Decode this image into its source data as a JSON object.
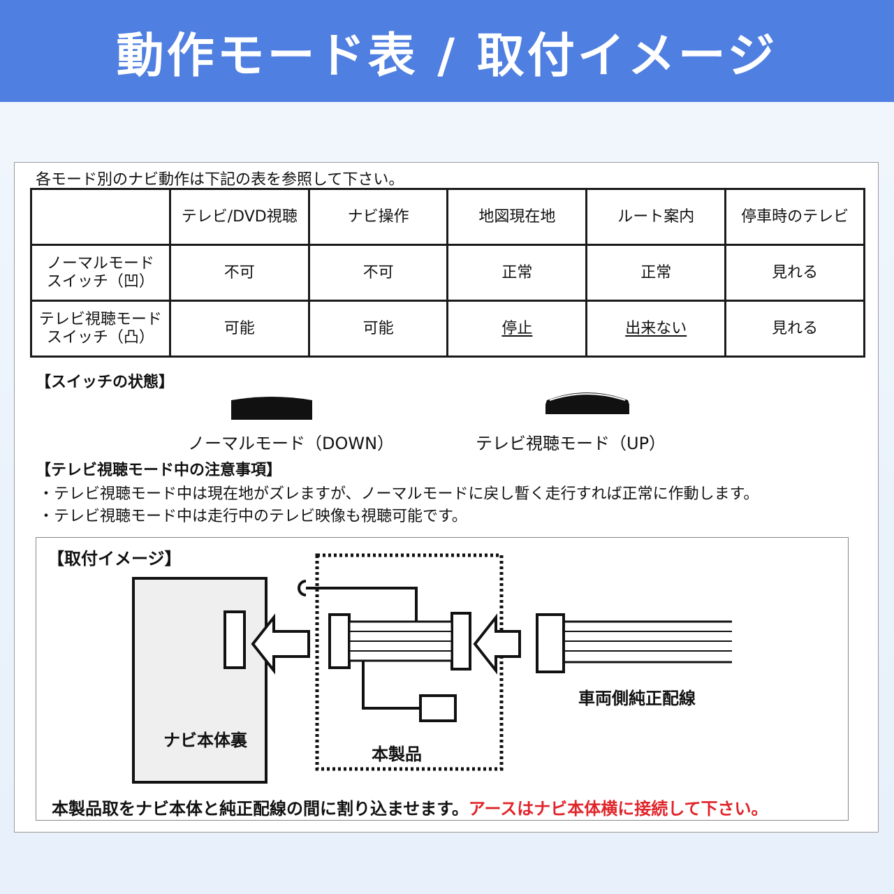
{
  "title": "動作モード表 / 取付イメージ",
  "intro": "各モード別のナビ動作は下記の表を参照して下さい。",
  "table": {
    "headers": [
      "",
      "テレビ/DVD視聴",
      "ナビ操作",
      "地図現在地",
      "ルート案内",
      "停車時のテレビ"
    ],
    "rows": [
      {
        "label_line1": "ノーマルモード",
        "label_line2": "スイッチ（凹）",
        "cells": [
          "不可",
          "不可",
          "正常",
          "正常",
          "見れる"
        ]
      },
      {
        "label_line1": "テレビ視聴モード",
        "label_line2": "スイッチ（凸）",
        "cells": [
          "可能",
          "可能",
          "停止",
          "出来ない",
          "見れる"
        ]
      }
    ]
  },
  "switch_section": {
    "heading": "【スイッチの状態】",
    "normal_caption": "ノーマルモード（DOWN）",
    "tv_caption": "テレビ視聴モード（UP）"
  },
  "notes": {
    "heading": "【テレビ視聴モード中の注意事項】",
    "items": [
      "・テレビ視聴モード中は現在地がズレますが、ノーマルモードに戻し暫く走行すれば正常に作動します。",
      "・テレビ視聴モード中は走行中のテレビ映像も視聴可能です。"
    ]
  },
  "install": {
    "heading": "【取付イメージ】",
    "navi_label": "ナビ本体裏",
    "product_label": "本製品",
    "vehicle_label": "車両側純正配線",
    "bottom_text": "本製品取をナビ本体と純正配線の間に割り込ませます。",
    "bottom_warning": "アースはナビ本体横に接続して下さい。"
  },
  "colors": {
    "banner": "#4f7fe0",
    "warning": "#e0242a"
  }
}
